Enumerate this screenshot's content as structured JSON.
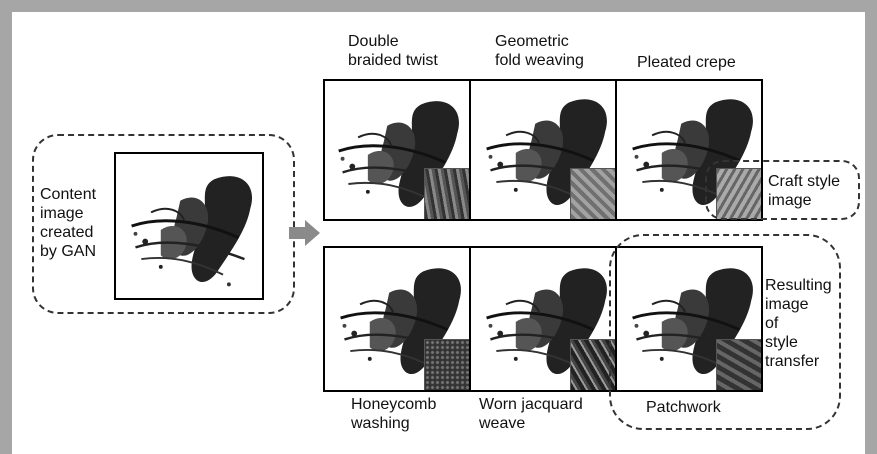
{
  "content_label": [
    "Content",
    "image",
    "created",
    "by GAN"
  ],
  "styles": [
    {
      "lines": [
        "Double",
        "braided twist"
      ]
    },
    {
      "lines": [
        "Geometric",
        "fold weaving"
      ]
    },
    {
      "lines": [
        "Pleated crepe"
      ]
    },
    {
      "lines": [
        "Honeycomb",
        "washing"
      ]
    },
    {
      "lines": [
        "Worn jacquard",
        "weave"
      ]
    },
    {
      "lines": [
        "Patchwork"
      ]
    }
  ],
  "craft_style_label": [
    "Craft style",
    "image"
  ],
  "result_label": [
    "Resulting",
    "image",
    "of",
    "style",
    "transfer"
  ],
  "colors": {
    "frame": "#a6a6a6",
    "arrow": "#8a8a8a",
    "ink": "#2a2a2a"
  },
  "icons": [
    "right-arrow-icon"
  ]
}
